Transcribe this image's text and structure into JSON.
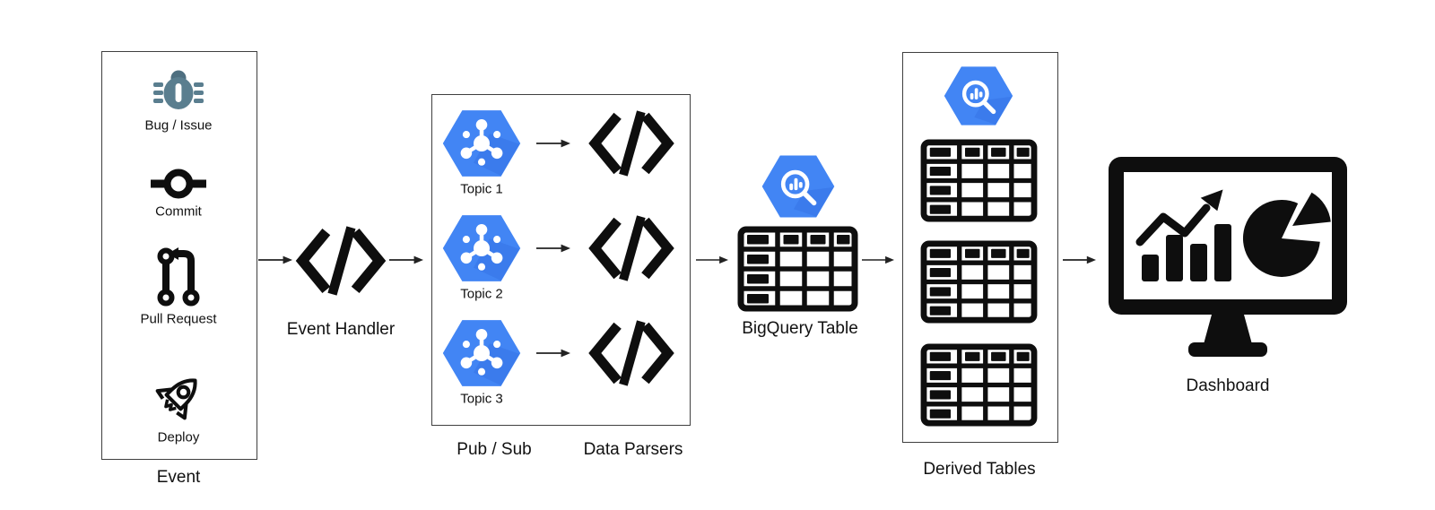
{
  "event": {
    "title": "Event",
    "items": [
      {
        "label": "Bug / Issue",
        "icon": "bug-icon"
      },
      {
        "label": "Commit",
        "icon": "commit-icon"
      },
      {
        "label": "Pull Request",
        "icon": "pull-request-icon"
      },
      {
        "label": "Deploy",
        "icon": "rocket-icon"
      }
    ]
  },
  "event_handler": {
    "label": "Event Handler"
  },
  "pubsub": {
    "title": "Pub / Sub",
    "topics": [
      {
        "label": "Topic 1"
      },
      {
        "label": "Topic 2"
      },
      {
        "label": "Topic 3"
      }
    ],
    "parsers_title": "Data Parsers"
  },
  "bigquery": {
    "label": "BigQuery Table"
  },
  "derived": {
    "label": "Derived Tables"
  },
  "dashboard": {
    "label": "Dashboard"
  },
  "colors": {
    "gcp_blue": "#4285F4",
    "gcp_blue_shadow": "#2F6BDE",
    "bug_body": "#5A7E8F",
    "bug_head": "#4E6F80",
    "ink": "#0e0e0e",
    "arrow": "#222222"
  }
}
